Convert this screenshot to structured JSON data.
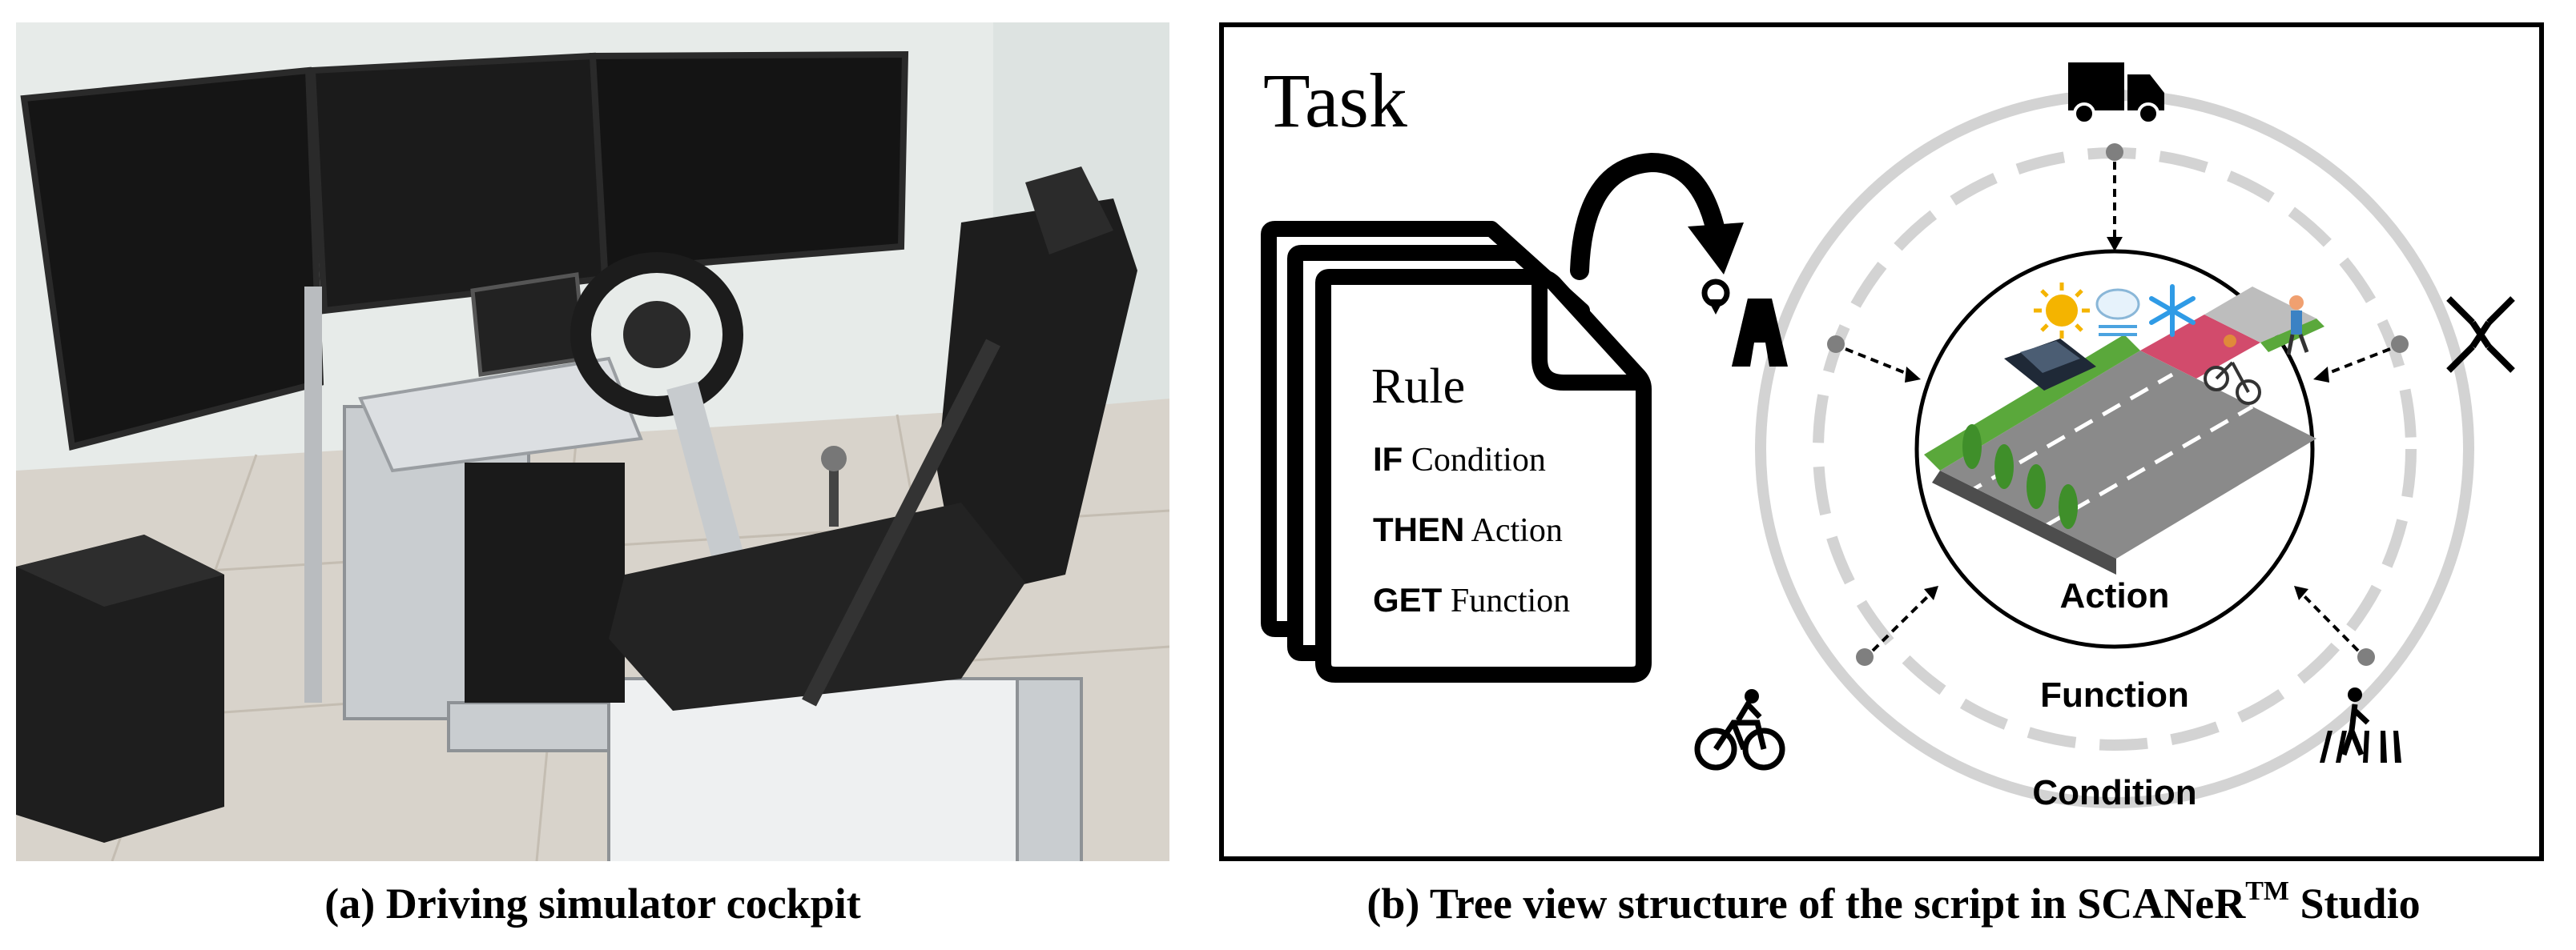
{
  "panel_a": {
    "caption": "(a) Driving simulator cockpit"
  },
  "panel_b": {
    "caption_main": "(b) Tree view structure of the script in SCANeR",
    "caption_sup": "TM",
    "caption_tail": " Studio",
    "task_label": "Task",
    "rule": {
      "title": "Rule",
      "lines": [
        {
          "keyword": "IF",
          "text": " Condition"
        },
        {
          "keyword": "THEN",
          "text": " Action"
        },
        {
          "keyword": "GET",
          "text": " Function"
        }
      ]
    },
    "rings": {
      "inner": "Action",
      "middle": "Function",
      "outer": "Condition"
    },
    "icons": [
      "truck-icon",
      "road-pin-icon",
      "crossroad-icon",
      "bicycle-icon",
      "pedestrian-crossing-icon",
      "sun-icon",
      "fog-icon",
      "snow-icon"
    ],
    "colors": {
      "ring": "#d3d3d3",
      "frame": "#000000",
      "road": "#6b6b6b",
      "bike_lane": "#d24b6c",
      "grass": "#5aa83b",
      "sun": "#f4b400",
      "snow": "#2f9be6"
    }
  }
}
